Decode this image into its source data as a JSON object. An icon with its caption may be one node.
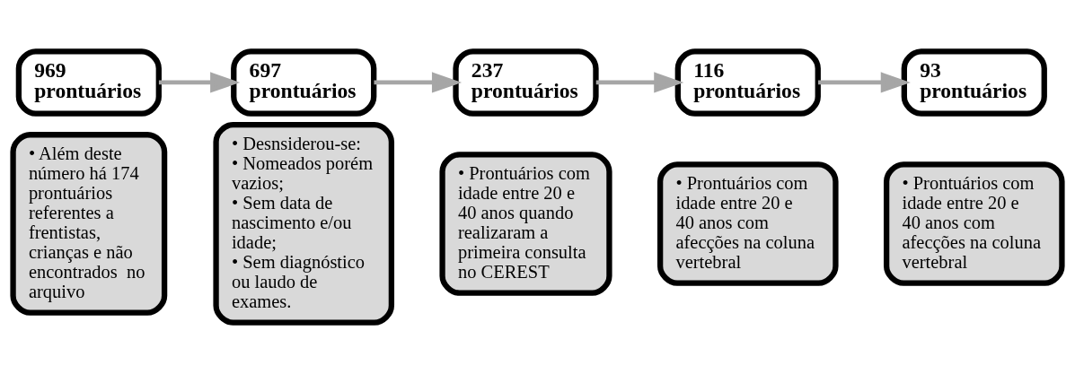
{
  "diagram": {
    "nodes": [
      {
        "text": [
          "969 prontuários"
        ]
      },
      {
        "text": [
          "• Além deste número há 174 prontuários referentes a frentistas, crianças e não encontrados  no arquivo"
        ]
      },
      {
        "text": [
          "697 prontuários"
        ]
      },
      {
        "text": [
          "• Desnsiderou-se:",
          "• Nomeados porém vazios;",
          "• Sem data de nascimento e/ou idade;",
          "• Sem diagnóstico ou laudo de exames."
        ]
      },
      {
        "text": [
          "237 prontuários"
        ]
      },
      {
        "text": [
          "• Prontuários com idade entre 20 e 40 anos quando realizaram a primeira consulta no CEREST"
        ]
      },
      {
        "text": [
          "116 prontuários"
        ]
      },
      {
        "text": [
          "• Prontuários com idade entre 20 e 40 anos com afecções na coluna vertebral"
        ]
      },
      {
        "text": [
          "93 prontuários"
        ]
      },
      {
        "text": [
          "• Prontuários com idade entre 20 e 40 anos com afecções na coluna vertebral"
        ]
      }
    ],
    "edges": [
      {
        "from": 0,
        "to": 2,
        "arrow": "to"
      },
      {
        "from": 2,
        "to": 4,
        "arrow": "to"
      },
      {
        "from": 4,
        "to": 6,
        "arrow": "to"
      },
      {
        "from": 6,
        "to": 8,
        "arrow": "to"
      }
    ]
  }
}
